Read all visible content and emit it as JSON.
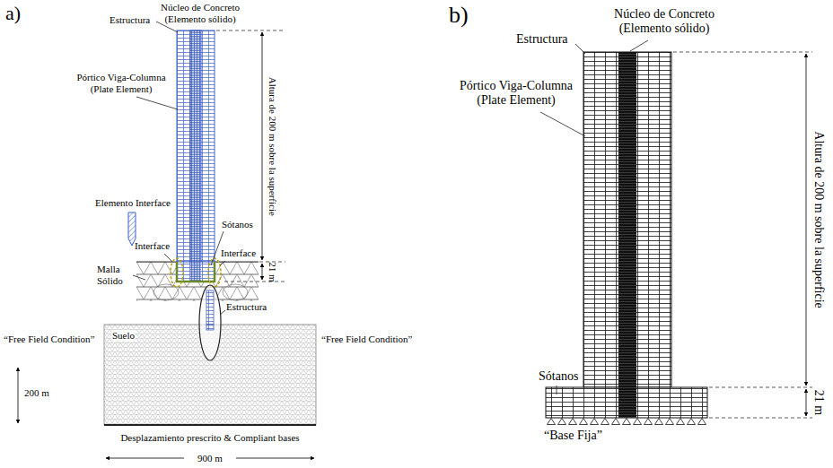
{
  "diagram": {
    "labels": [
      "a)",
      "Estructura",
      "Núcleo de Concreto (Elemento sólido)",
      "Pórtico Viga-Columna (Plate Element)",
      "Altura de 200 m sobre la superficie",
      "Elemento Interface",
      "Sótanos",
      "Interface",
      "Interface",
      "21 m",
      "Malla Sólido",
      "Suelo",
      "Estructura",
      "“Free Field Condition”",
      "“Free Field Condition”",
      "200 m",
      "Desplazamiento prescrito & Compliant bases",
      "900 m",
      "b)",
      "Núcleo de Concreto (Elemento sólido)",
      "Estructura",
      "Pórtico Viga-Columna (Plate Element)",
      "Altura de 200 m sobre la superficie",
      "Sótanos",
      "21 m",
      "“Base Fija”"
    ]
  }
}
